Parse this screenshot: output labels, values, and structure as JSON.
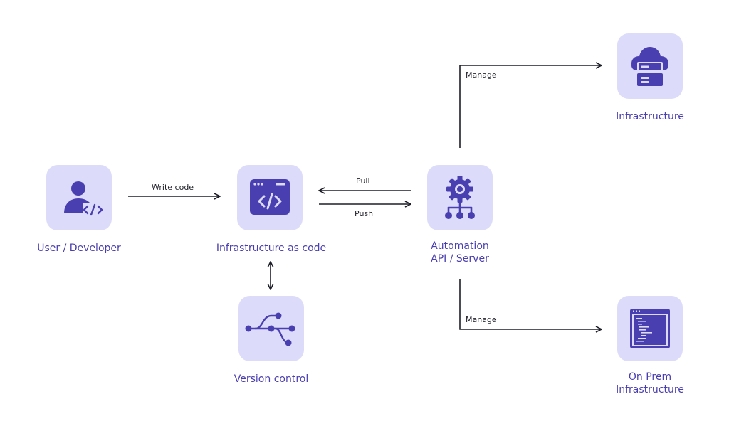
{
  "colors": {
    "tile": "#dcdcfa",
    "icon": "#4a3fb0",
    "label": "#4a3fb0",
    "arrow": "#1e1e28"
  },
  "nodes": {
    "user": {
      "label": "User / Developer",
      "icon": "user-code-icon"
    },
    "iac": {
      "label": "Infrastructure as code",
      "icon": "code-window-icon"
    },
    "vcs": {
      "label": "Version control",
      "icon": "git-branch-icon"
    },
    "automation": {
      "label_line1": "Automation",
      "label_line2": "API / Server",
      "icon": "gear-network-icon"
    },
    "infra": {
      "label": "Infrastructure",
      "icon": "cloud-server-icon"
    },
    "onprem": {
      "label_line1": "On Prem",
      "label_line2": "Infrastructure",
      "icon": "terminal-window-icon"
    }
  },
  "edges": {
    "write_code": "Write code",
    "pull": "Pull",
    "push": "Push",
    "manage_top": "Manage",
    "manage_bottom": "Manage"
  }
}
